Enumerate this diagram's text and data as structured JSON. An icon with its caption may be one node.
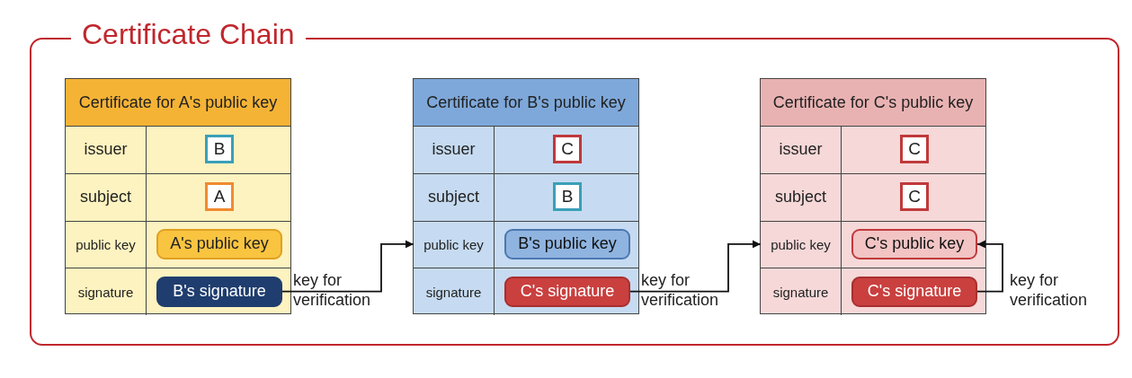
{
  "diagram": {
    "nodes": [
      {
        "text": [
          "Certificate Chain"
        ]
      },
      {
        "text": [
          "Certificate for A's public key"
        ],
        "in": 0
      },
      {
        "text": [
          "issuer"
        ],
        "in": 1
      },
      {
        "text": [
          "B"
        ],
        "in": 1
      },
      {
        "text": [
          "subject"
        ],
        "in": 1
      },
      {
        "text": [
          "A"
        ],
        "in": 1
      },
      {
        "text": [
          "public key"
        ],
        "in": 1
      },
      {
        "text": [
          "A's public key"
        ],
        "in": 1
      },
      {
        "text": [
          "signature"
        ],
        "in": 1
      },
      {
        "text": [
          "B's signature"
        ],
        "in": 1
      },
      {
        "text": [
          "Certificate for B's public key"
        ],
        "in": 0
      },
      {
        "text": [
          "issuer"
        ],
        "in": 10
      },
      {
        "text": [
          "C"
        ],
        "in": 10
      },
      {
        "text": [
          "subject"
        ],
        "in": 10
      },
      {
        "text": [
          "B"
        ],
        "in": 10
      },
      {
        "text": [
          "public key"
        ],
        "in": 10
      },
      {
        "text": [
          "B's public key"
        ],
        "in": 10
      },
      {
        "text": [
          "signature"
        ],
        "in": 10
      },
      {
        "text": [
          "C's signature"
        ],
        "in": 10
      },
      {
        "text": [
          "Certificate for C's public key"
        ],
        "in": 0
      },
      {
        "text": [
          "issuer"
        ],
        "in": 19
      },
      {
        "text": [
          "C"
        ],
        "in": 19
      },
      {
        "text": [
          "subject"
        ],
        "in": 19
      },
      {
        "text": [
          "C"
        ],
        "in": 19
      },
      {
        "text": [
          "public key"
        ],
        "in": 19
      },
      {
        "text": [
          "C's public key"
        ],
        "in": 19
      },
      {
        "text": [
          "signature"
        ],
        "in": 19
      },
      {
        "text": [
          "C's signature"
        ],
        "in": 19
      }
    ],
    "edges": [
      {
        "from": 9,
        "to": 15,
        "arrow": "to",
        "label": "key for verification"
      },
      {
        "from": 18,
        "to": 24,
        "arrow": "to",
        "label": "key for verification"
      },
      {
        "from": 27,
        "to": 25,
        "arrow": "to",
        "label": "key for verification"
      }
    ]
  }
}
